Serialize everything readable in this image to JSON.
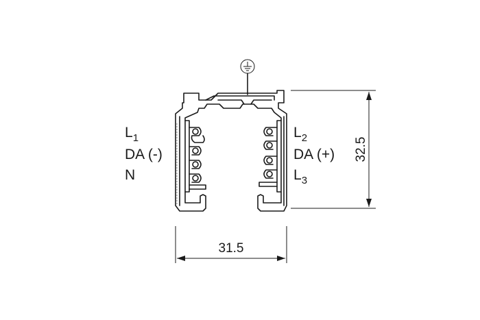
{
  "labels": {
    "left": [
      {
        "main": "L",
        "sub": "1"
      },
      {
        "main": "DA (-)",
        "sub": ""
      },
      {
        "main": "N",
        "sub": ""
      }
    ],
    "right": [
      {
        "main": "L",
        "sub": "2"
      },
      {
        "main": "DA (+)",
        "sub": ""
      },
      {
        "main": "L",
        "sub": "3"
      }
    ]
  },
  "dimensions": {
    "width": "31.5",
    "height": "32.5"
  },
  "symbols": {
    "ground": "earth-ground-icon"
  }
}
